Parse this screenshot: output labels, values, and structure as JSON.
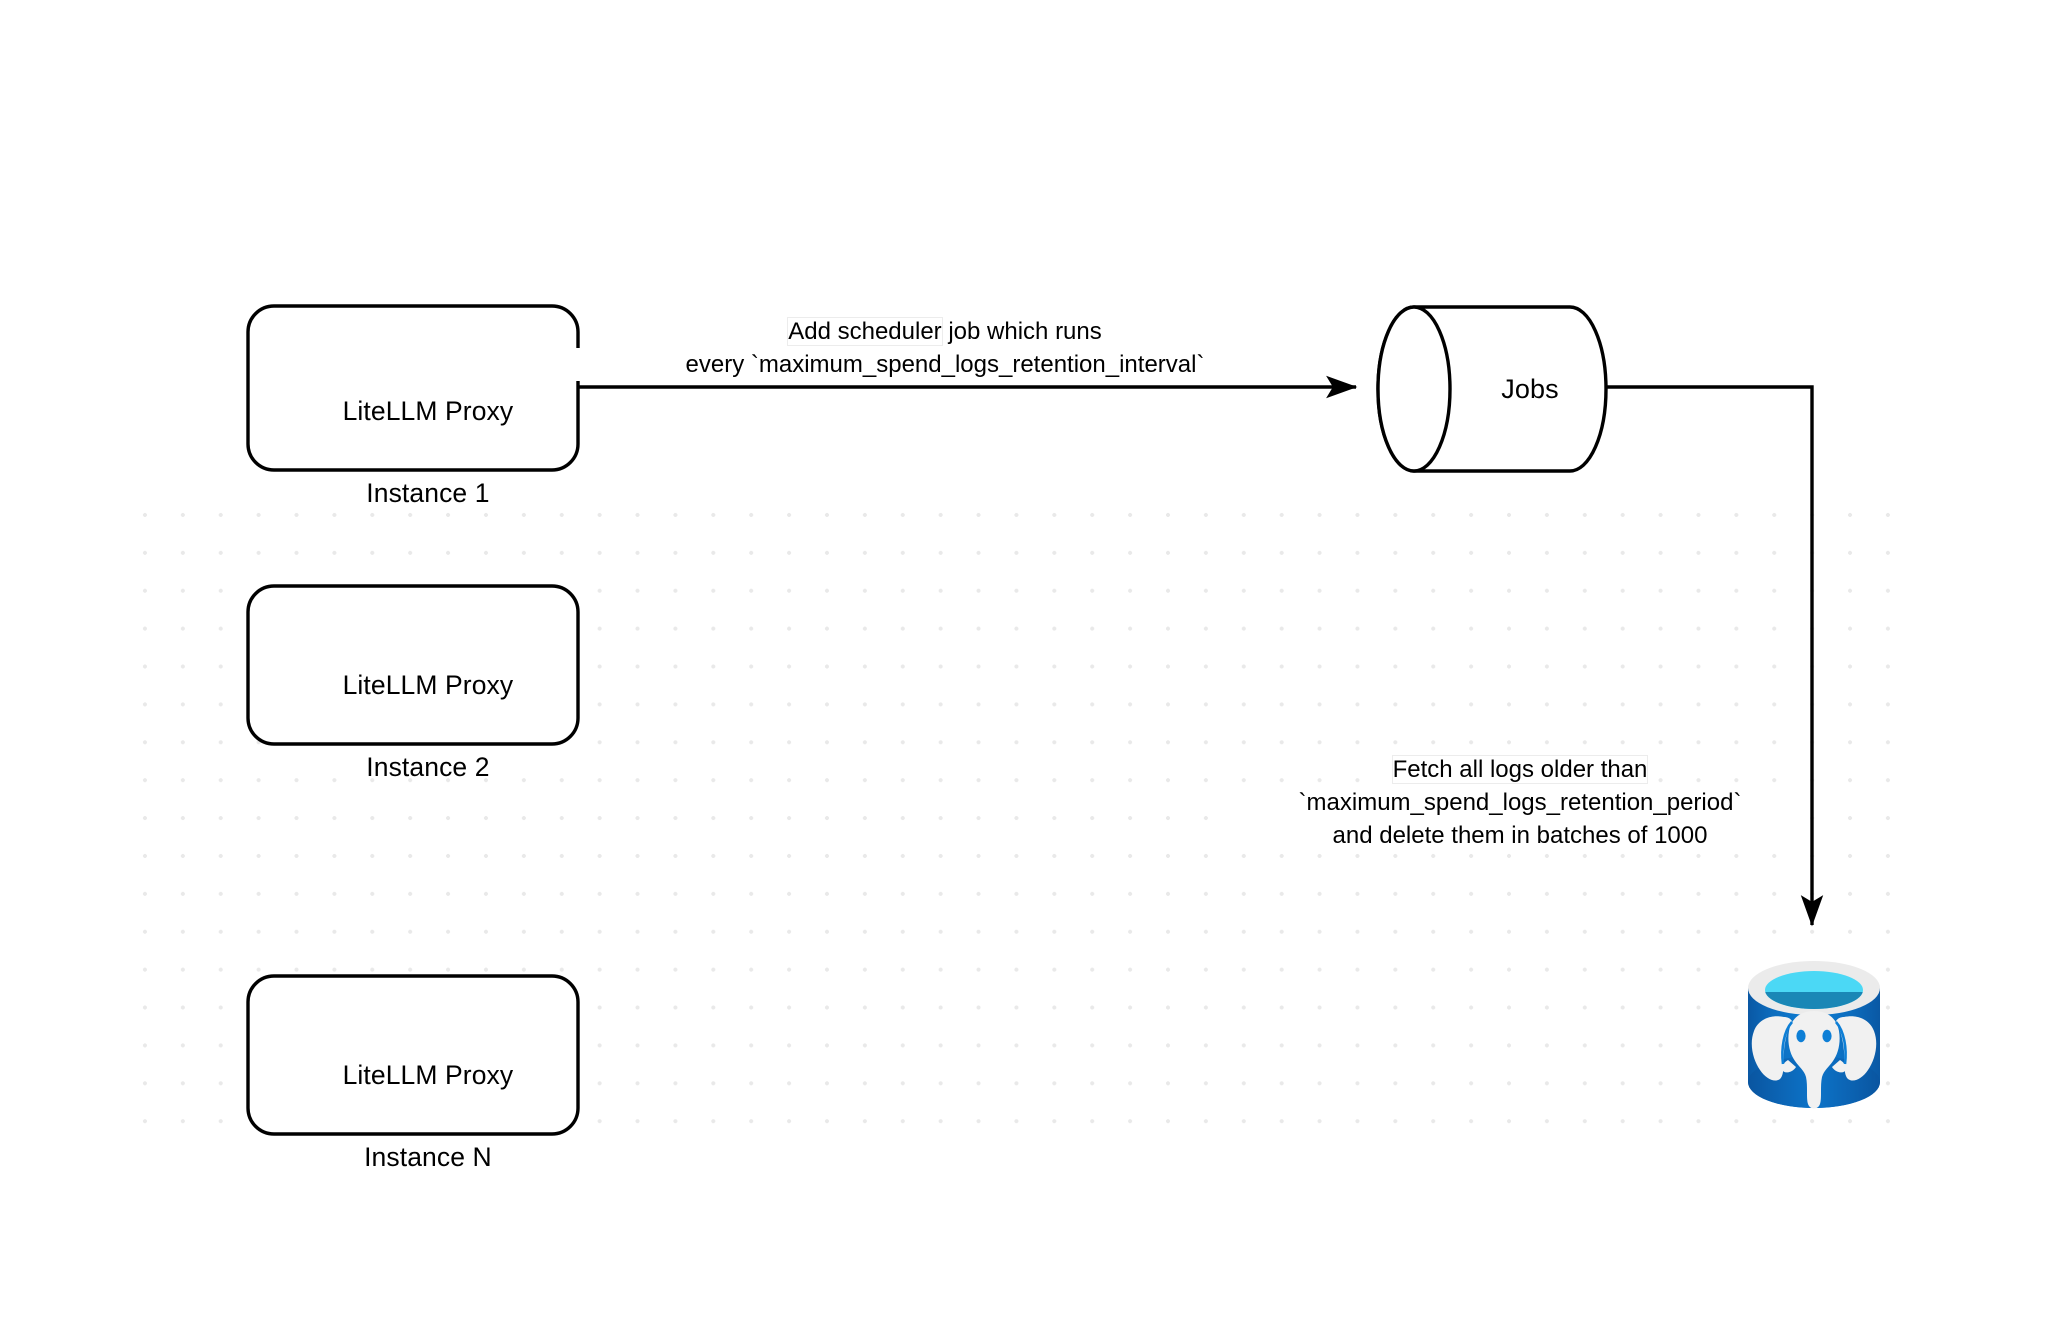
{
  "diagram": {
    "title": "LiteLLM spend logs retention scheduler flow",
    "background": "#ffffff",
    "grid_dot_color": "#e9e9e9",
    "stroke_color": "#000000"
  },
  "nodes": [
    {
      "id": "proxy-instance-1",
      "shape": "rounded-rectangle",
      "line1": "LiteLLM Proxy",
      "line2": "Instance 1"
    },
    {
      "id": "proxy-instance-2",
      "shape": "rounded-rectangle",
      "line1": "LiteLLM Proxy",
      "line2": "Instance 2"
    },
    {
      "id": "proxy-instance-n",
      "shape": "rounded-rectangle",
      "line1": "LiteLLM Proxy",
      "line2": "Instance N"
    },
    {
      "id": "jobs-cylinder",
      "shape": "horizontal-cylinder",
      "label": "Jobs"
    },
    {
      "id": "postgres-database",
      "shape": "database-cylinder-icon",
      "icon": "postgresql-elephant-icon",
      "colors": {
        "body": "#0c7ad1",
        "body_shade": "#0a58a4",
        "rim": "#ebebeb",
        "top_cyan": "#4bd8f5",
        "top_teal": "#1a87b6",
        "elephant": "#f1f1f1"
      }
    }
  ],
  "edges": [
    {
      "id": "edge-scheduler",
      "from": "proxy-instance-1",
      "to": "jobs-cylinder",
      "label_lines": [
        "Add scheduler job which runs",
        "every `maximum_spend_logs_retention_interval`"
      ],
      "label_highlight": "Add scheduler"
    },
    {
      "id": "edge-delete-logs",
      "from": "jobs-cylinder",
      "to": "postgres-database",
      "label_lines": [
        "Fetch all logs older than",
        "`maximum_spend_logs_retention_period`",
        "and delete them in batches of 1000"
      ],
      "label_highlight": "Fetch all logs older than"
    }
  ]
}
